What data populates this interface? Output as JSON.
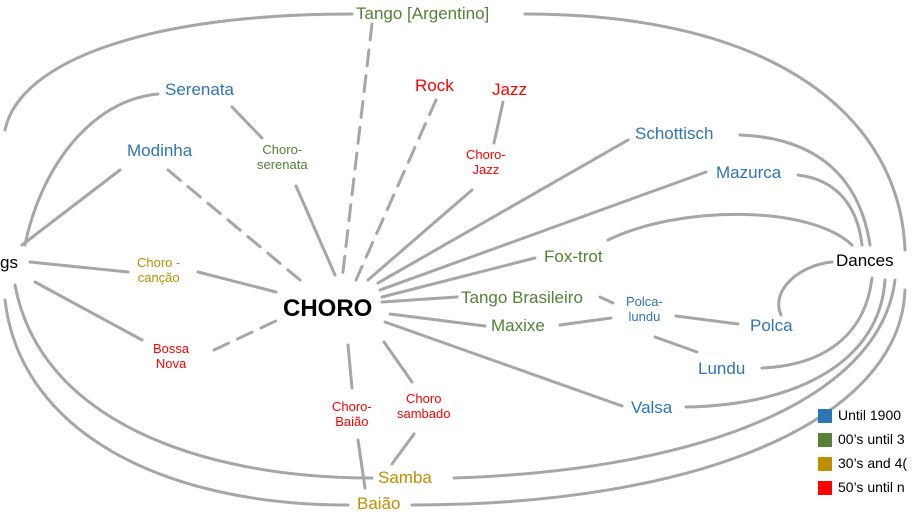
{
  "colors": {
    "until_1900": "#2E75B6",
    "to_30s": "#538135",
    "30s_40s": "#BF8F00",
    "50s_on": "#FF0000",
    "edge": "#A6A6A6"
  },
  "nodes": {
    "tango_argentino": "Tango [Argentino]",
    "serenata": "Serenata",
    "modinha": "Modinha",
    "choro_serenata": "Choro-\nserenata",
    "rock": "Rock",
    "jazz": "Jazz",
    "choro_jazz": "Choro-\nJazz",
    "schottisch": "Schottisch",
    "mazurca": "Mazurca",
    "fox_trot": "Fox-trot",
    "songs": "gs",
    "dances": "Dances",
    "choro_cancao": "Choro -\ncanção",
    "choro": "CHORO",
    "tango_brasileiro": "Tango Brasileiro",
    "polca_lundu": "Polca-\nlundu",
    "polca": "Polca",
    "maxixe": "Maxixe",
    "lundu": "Lundu",
    "bossa_nova": "Bossa\nNova",
    "choro_baiao": "Choro-\nBaião",
    "choro_sambado": "Choro\nsambado",
    "valsa": "Valsa",
    "samba": "Samba",
    "baiao": "Baião"
  },
  "legend": [
    {
      "label": "Until 1900",
      "color": "#2E75B6"
    },
    {
      "label": "00’s until 3",
      "color": "#538135"
    },
    {
      "label": "30’s and 4(",
      "color": "#BF8F00"
    },
    {
      "label": "50’s until n",
      "color": "#FF0000"
    }
  ]
}
